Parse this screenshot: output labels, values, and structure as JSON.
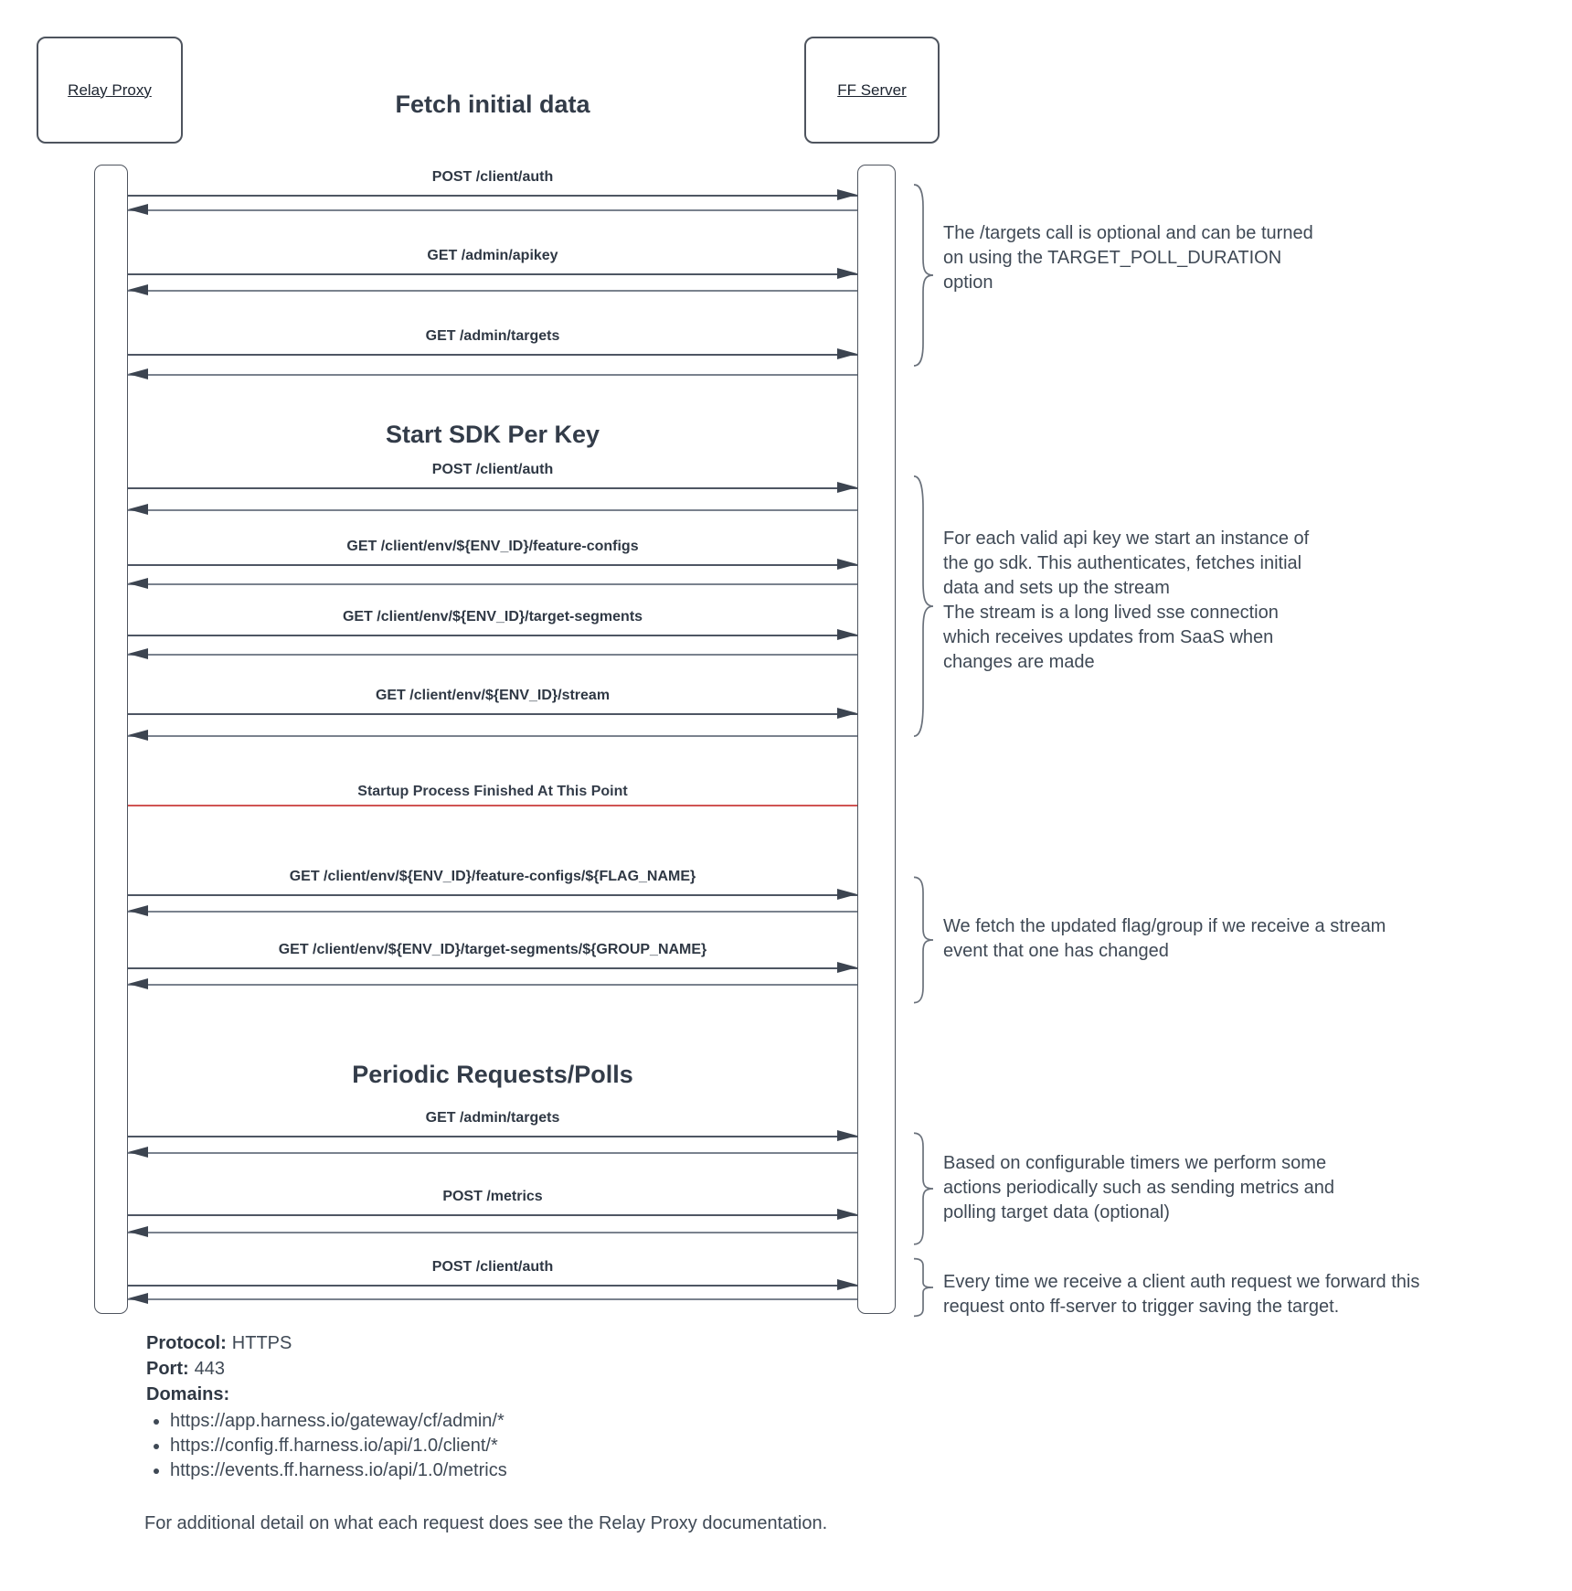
{
  "actors": {
    "left": {
      "label": "Relay Proxy"
    },
    "right": {
      "label": "FF Server"
    }
  },
  "sections": [
    {
      "title": "Fetch initial data"
    },
    {
      "title": "Start SDK Per Key"
    },
    {
      "title": "Periodic Requests/Polls"
    }
  ],
  "separator": {
    "label": "Startup Process Finished At This Point"
  },
  "messages": [
    {
      "label": "POST /client/auth"
    },
    {
      "label": "GET /admin/apikey"
    },
    {
      "label": "GET /admin/targets"
    },
    {
      "label": "POST /client/auth"
    },
    {
      "label": "GET /client/env/${ENV_ID}/feature-configs"
    },
    {
      "label": "GET /client/env/${ENV_ID}/target-segments"
    },
    {
      "label": "GET /client/env/${ENV_ID}/stream"
    },
    {
      "label": "GET /client/env/${ENV_ID}/feature-configs/${FLAG_NAME}"
    },
    {
      "label": "GET /client/env/${ENV_ID}/target-segments/${GROUP_NAME}"
    },
    {
      "label": "GET /admin/targets"
    },
    {
      "label": "POST /metrics"
    },
    {
      "label": "POST /client/auth"
    }
  ],
  "notes": [
    {
      "text": "The /targets call is optional and can be turned\non using the TARGET_POLL_DURATION\noption"
    },
    {
      "text": "For each valid api key we start an instance of\nthe go sdk. This authenticates, fetches initial\ndata and sets up the stream\nThe stream is a long lived sse connection\nwhich receives updates from SaaS when\nchanges are made"
    },
    {
      "text": "We fetch the updated flag/group if we receive a stream\nevent that one has changed"
    },
    {
      "text": "Based on configurable timers we perform some\nactions periodically such as sending metrics and\npolling target data (optional)"
    },
    {
      "text": "Every time we receive a client auth request we forward this\nrequest onto ff-server to trigger saving the target."
    }
  ],
  "info": {
    "rows": [
      {
        "label": "Protocol:",
        "value": "HTTPS"
      },
      {
        "label": "Port:",
        "value": "443"
      },
      {
        "label": "Domains:",
        "value": ""
      }
    ],
    "domains": [
      "https://app.harness.io/gateway/cf/admin/*",
      "https://config.ff.harness.io/api/1.0/client/*",
      "https://events.ff.harness.io/api/1.0/metrics"
    ]
  },
  "footer": "For additional detail on what each request does see the Relay Proxy documentation.",
  "colors": {
    "red_separator": "#d05453",
    "ink": "#333c49",
    "request_line": "#4e5663",
    "response_line": "#7a828e"
  }
}
